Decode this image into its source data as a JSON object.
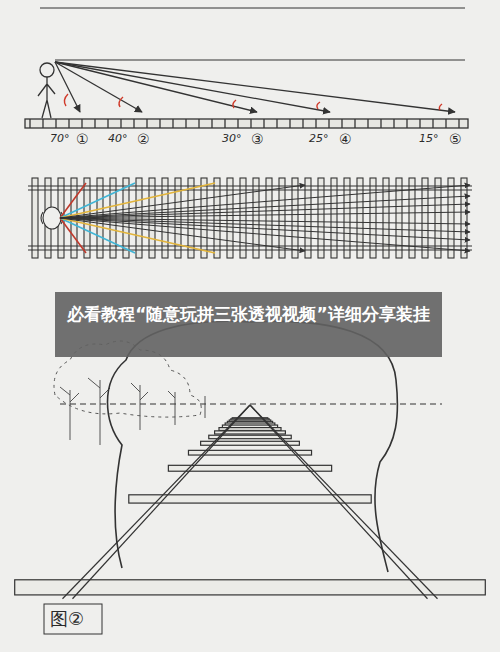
{
  "diagram": {
    "nodes": [
      {
        "text": [
          "必看教程“随意玩拼三张透视视频”详细分享装挂"
        ]
      }
    ],
    "labels": [
      "70°",
      "①",
      "40°",
      "②",
      "30°",
      "③",
      "25°",
      "④",
      "15°",
      "⑤",
      "图②"
    ]
  }
}
